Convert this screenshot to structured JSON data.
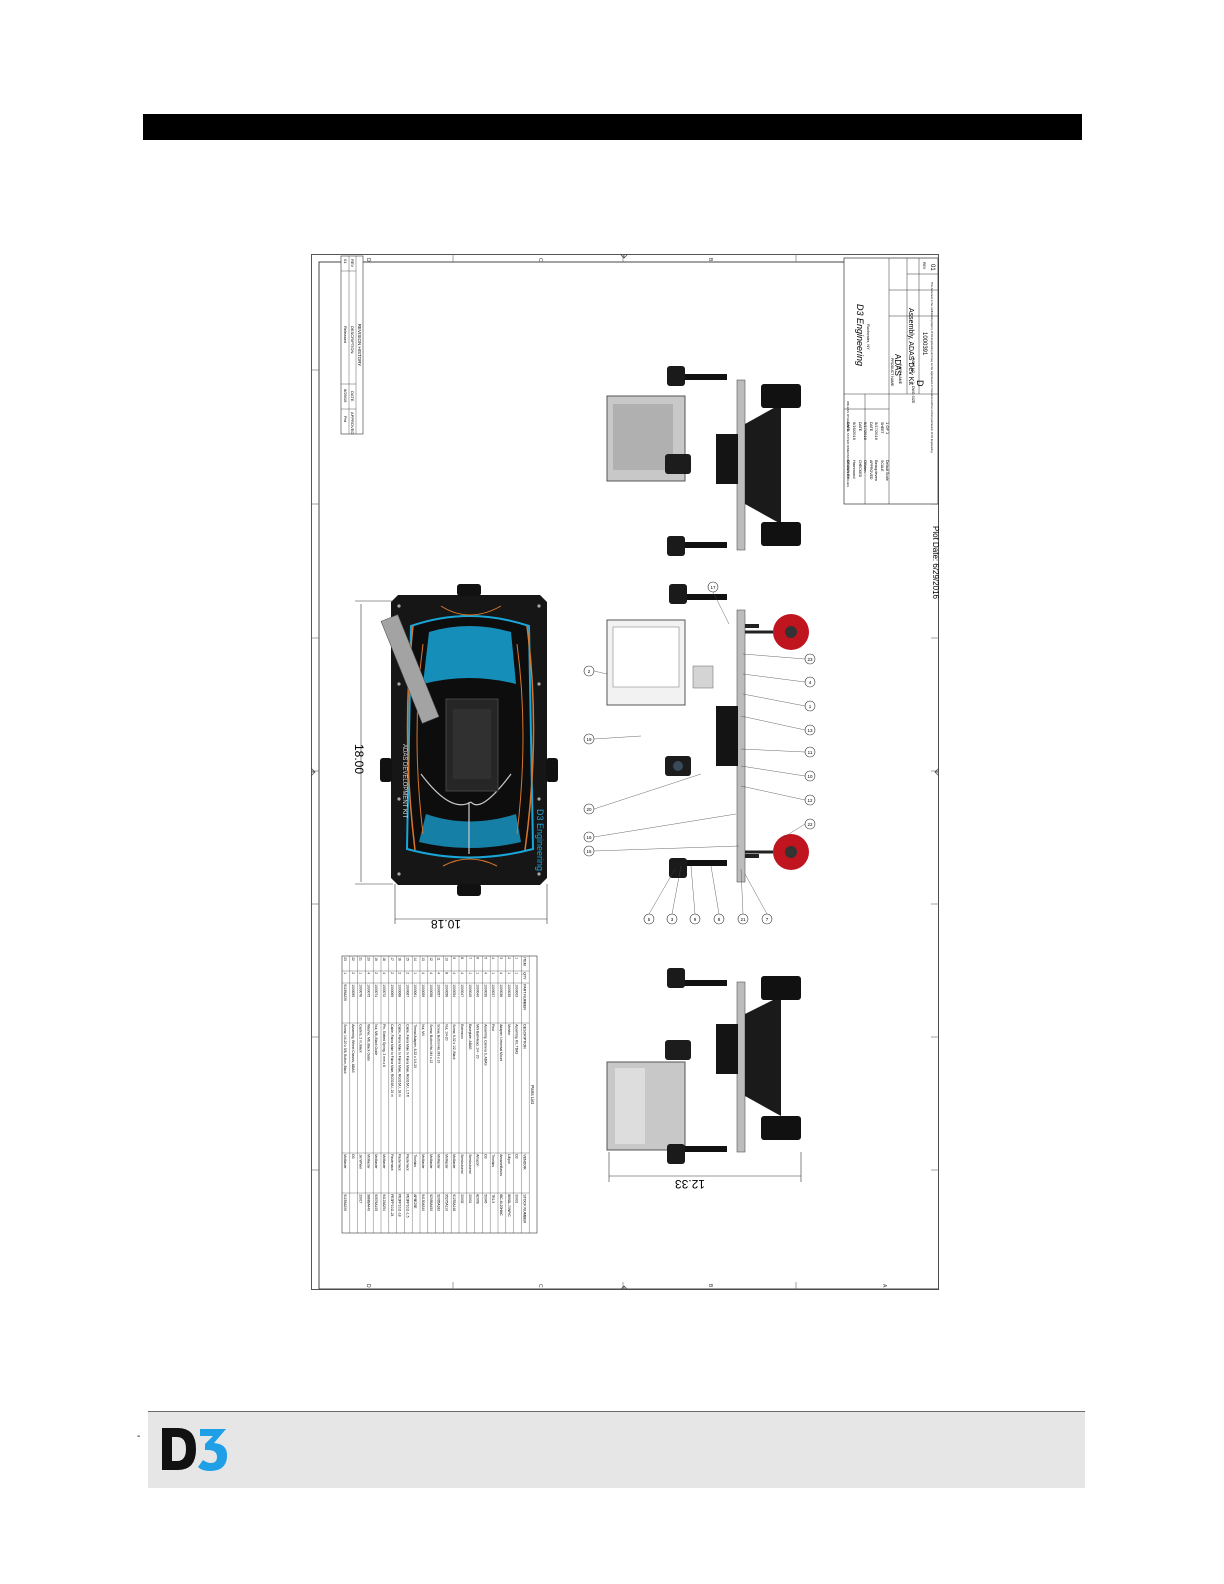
{
  "drawing": {
    "revision_history": {
      "title": "REVISION HISTORY",
      "headers": [
        "REV",
        "DESCRIPTION",
        "DATE",
        "APPROVED"
      ],
      "row": [
        "01",
        "Released",
        "6/29/16",
        "Pnt"
      ]
    },
    "zone_letters": [
      "D",
      "C",
      "B",
      "A"
    ],
    "zone_numbers": [
      "8",
      "7",
      "6",
      "5",
      "4",
      "3",
      "2",
      "1"
    ],
    "dimensions": {
      "length": "18.00",
      "width": "10.18",
      "height": "12.33"
    },
    "kit_label": "ADAS DEVELOPMENT KIT",
    "kit_brand": "D3 Engineering",
    "balloons": [
      "2",
      "19",
      "20",
      "16",
      "15",
      "17",
      "23",
      "4",
      "1",
      "13",
      "11",
      "10",
      "12",
      "22",
      "5",
      "3",
      "9",
      "8",
      "21",
      "7"
    ],
    "parts_list": {
      "title": "Parts List",
      "headers": [
        "ITEM",
        "QTY",
        "PART NUMBER",
        "DESCRIPTION",
        "VENDOR",
        "STOCK NUMBER"
      ],
      "rows": [
        [
          "1",
          "1",
          "1000003",
          "Assembly, Kit, TDA3",
          "D3",
          "30001"
        ],
        [
          "2",
          "1",
          "1000035",
          "Monitor",
          "Lilliput",
          "869GL-70NP/C"
        ],
        [
          "3",
          "4",
          "1000036",
          "Adapter, Universal Mount",
          "AmazonBasics",
          "IBC-M-20HMC"
        ],
        [
          "4",
          "1",
          "1000037",
          "Post",
          "Thorlabs",
          "TR1.5"
        ],
        [
          "5",
          "4",
          "1000039",
          "Assembly, Camera S, ADAS",
          "D3",
          "50045"
        ],
        [
          "6",
          "1",
          "1000040",
          "Mini Ball Head, 1/4 - 20",
          "Amazon",
          "8207B"
        ],
        [
          "7",
          "1",
          "1000045",
          "Baseplate, ADAS",
          "Sendcutsend",
          "20001"
        ],
        [
          "8",
          "4",
          "1000047",
          "Extension",
          "Sendcutsend",
          "20002"
        ],
        [
          "9",
          "4",
          "1000054",
          "Screw, 6-32 x 1/2, Black",
          "McMaster",
          "91253A148"
        ],
        [
          "10",
          "8",
          "1000056",
          "Nut, 1/4-20",
          "McMaster",
          "95275A110"
        ],
        [
          "11",
          "4",
          "1000057",
          "Screw, Button Hd, M3 x 10",
          "McMaster",
          "92095A182"
        ],
        [
          "12",
          "4",
          "1000058",
          "Screw, Button Hd, M4 x 12",
          "McMaster",
          "92095A450"
        ],
        [
          "13",
          "4",
          "1000059",
          "Nut, M4",
          "McMaster",
          "94150A340"
        ],
        [
          "14",
          "1",
          "1000061",
          "Thread Adapter, 8-32 x 1/4-20",
          "Thorlabs",
          "AP8E25E"
        ],
        [
          "15",
          "2",
          "1000067",
          "Cable, Fakra Male to Fakra Male, RG316/U, 1.5 ft",
          "Pasternack",
          "PE3FP1011-1.5"
        ],
        [
          "16",
          "2",
          "1000068",
          "Cable, Fakra Male to Fakra Male, RG316/U, 18 in",
          "Pasternack",
          "PE3FP1011-18"
        ],
        [
          "17",
          "2",
          "1000069",
          "Cable, Fakra Male to Fakra Male, RG316/U, 24 in",
          "Pasternack",
          "PE3FP1011-24"
        ],
        [
          "18",
          "4",
          "1000072",
          "Pin, Slotted Spring, 3 mm x 8",
          "McMaster",
          "94115A254"
        ],
        [
          "19",
          "2",
          "1000074",
          "Nut, M6, Black Oxide",
          "McMaster",
          "90576A105"
        ],
        [
          "20",
          "4",
          "1000075",
          "Washer, M6, Black Oxide",
          "McMaster",
          "98689A440"
        ],
        [
          "21",
          "1",
          "1000076",
          "Casters, 2 in, Black",
          "Jet Wheel",
          "23017"
        ],
        [
          "22",
          "2",
          "1000095",
          "Assembly, Wheel Chassis, ADAS",
          "D3",
          ""
        ],
        [
          "23",
          "1",
          "91195A209",
          "Screw, 1/4-20 x 5/8, Button, Black",
          "McMaster",
          "91195A209"
        ]
      ]
    },
    "title_block": {
      "company": "D3 Engineering",
      "location": "Rochester, NY",
      "drawn_by_label": "DRAWN BY",
      "drawn_by": "Hammond",
      "drawn_date_label": "DATE",
      "drawn_date": "6/16/2016",
      "checked_label": "CHECKED",
      "checked_by": "OBrien",
      "checked_date_label": "DATE",
      "checked_date": "5/17/2016",
      "approved_label": "APPROVED",
      "approved_by": "Beaupleven",
      "approved_date_label": "DATE",
      "approved_date": "5/17/2016",
      "scale_label": "SCALE",
      "scale": "Default Scale",
      "sheet_label": "SHEET",
      "sheet": "1 OF 1",
      "tolerance_note": "UNLESS OTHERWISE STATED DIMENSIONS ARE IN INCHES",
      "product_name_label": "PRODUCT NAME",
      "product_name": "ADAS",
      "part_name_label": "PART NAME",
      "part_name": "Assembly, ADAS Dev Kit",
      "size_label": "DWG SIZE",
      "size": "D",
      "part_no_label": "PART NO",
      "part_no": "1000391",
      "rev_label": "REV",
      "rev": "01",
      "confidential": "This document is the confidential property of D3 Engineering and may not be reproduced or transmitted without written permission of D3 Engineering."
    },
    "plot_date": "Plot Date: 6/29/2016"
  },
  "colors": {
    "header_bar": "#000000",
    "footer_bg": "#e6e6e6",
    "logo_blue": "#1e9fe6",
    "car_stripe": "#19a6d9",
    "car_wire": "#d9762b",
    "wheel": "#c0141f"
  }
}
